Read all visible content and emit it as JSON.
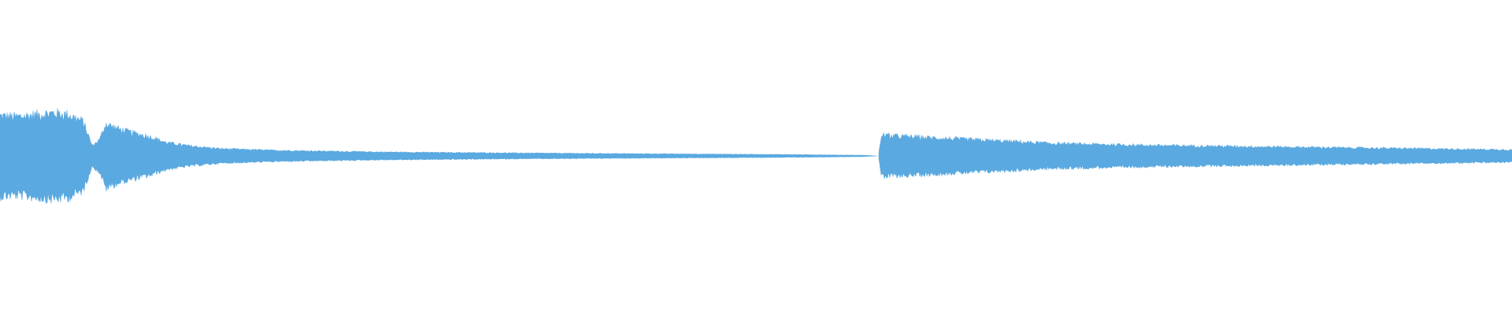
{
  "colors": {
    "background": "#ffffff",
    "waveform": "#5aa9e0"
  },
  "waveform": {
    "segments": [
      {
        "name": "segment-1",
        "start": 0.0,
        "end": 0.58,
        "envelope": [
          [
            0.0,
            0.72
          ],
          [
            0.01,
            0.7
          ],
          [
            0.025,
            0.74
          ],
          [
            0.035,
            0.77
          ],
          [
            0.045,
            0.74
          ],
          [
            0.055,
            0.62
          ],
          [
            0.061,
            0.18
          ],
          [
            0.066,
            0.3
          ],
          [
            0.07,
            0.58
          ],
          [
            0.075,
            0.52
          ],
          [
            0.08,
            0.47
          ],
          [
            0.09,
            0.4
          ],
          [
            0.1,
            0.34
          ],
          [
            0.11,
            0.24
          ],
          [
            0.125,
            0.18
          ],
          [
            0.145,
            0.13
          ],
          [
            0.18,
            0.1
          ],
          [
            0.25,
            0.07
          ],
          [
            0.35,
            0.05
          ],
          [
            0.45,
            0.035
          ],
          [
            0.52,
            0.025
          ],
          [
            0.57,
            0.012
          ],
          [
            0.58,
            0.0
          ]
        ]
      },
      {
        "name": "segment-2",
        "start": 0.581,
        "end": 1.0,
        "envelope": [
          [
            0.581,
            0.0
          ],
          [
            0.583,
            0.38
          ],
          [
            0.59,
            0.36
          ],
          [
            0.62,
            0.32
          ],
          [
            0.66,
            0.27
          ],
          [
            0.7,
            0.22
          ],
          [
            0.76,
            0.19
          ],
          [
            0.82,
            0.17
          ],
          [
            0.88,
            0.15
          ],
          [
            0.94,
            0.13
          ],
          [
            1.0,
            0.11
          ]
        ]
      }
    ]
  }
}
